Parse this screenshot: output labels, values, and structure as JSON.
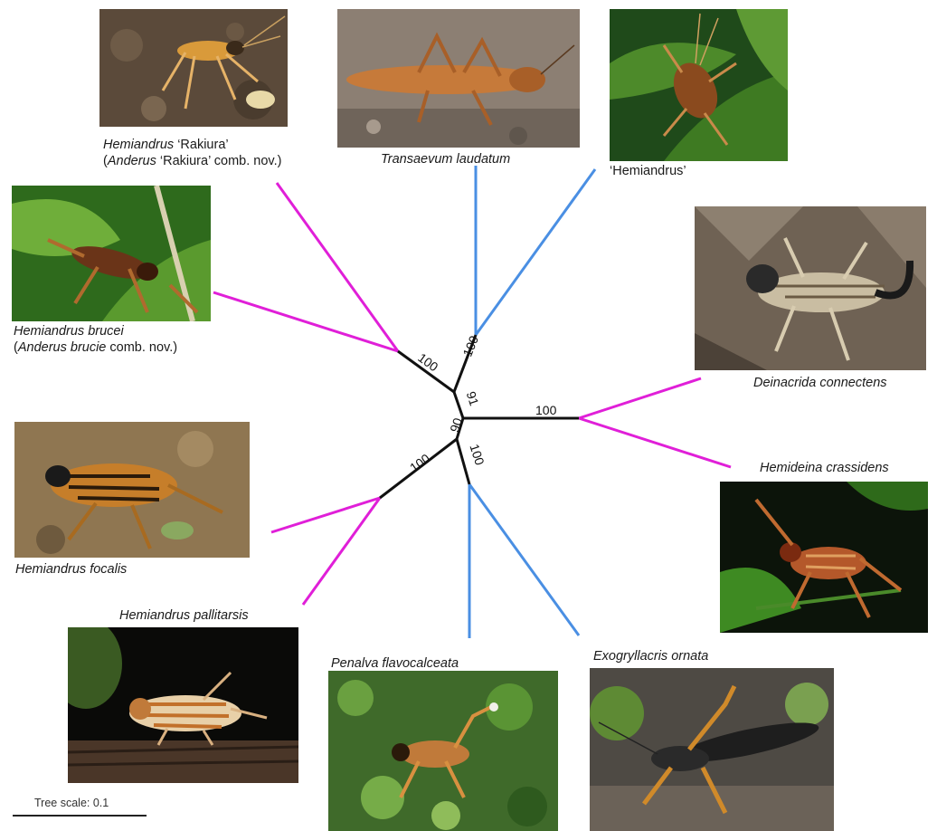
{
  "colors": {
    "magenta": "#e01fd8",
    "blue": "#4a8fe3",
    "black": "#111111"
  },
  "taxa": {
    "rakiura": {
      "name_italic": "Hemiandrus",
      "name_rest": " ‘Rakiura’",
      "line2_open": "(",
      "line2_italic": "Anderus",
      "line2_rest": " ‘Rakiura’ comb. nov.)",
      "photo_name": "hemiandrus-rakiura-photo"
    },
    "transaevum": {
      "name_italic": "Transaevum laudatum",
      "photo_name": "transaevum-laudatum-photo"
    },
    "hemiandrus_quoted": {
      "name": "‘Hemiandrus’",
      "photo_name": "hemiandrus-quoted-photo"
    },
    "brucei": {
      "name_italic": "Hemiandrus brucei",
      "line2_open": "(",
      "line2_italic": "Anderus brucie",
      "line2_rest": " comb. nov.)",
      "photo_name": "hemiandrus-brucei-photo"
    },
    "deinacrida": {
      "name_italic": "Deinacrida connectens",
      "photo_name": "deinacrida-connectens-photo"
    },
    "focalis": {
      "name_italic": "Hemiandrus focalis",
      "photo_name": "hemiandrus-focalis-photo"
    },
    "hemideina": {
      "name_italic": "Hemideina crassidens",
      "photo_name": "hemideina-crassidens-photo"
    },
    "pallitarsis": {
      "name_italic": "Hemiandrus pallitarsis",
      "photo_name": "hemiandrus-pallitarsis-photo"
    },
    "penalva": {
      "name_italic": "Penalva flavocalceata",
      "photo_name": "penalva-flavocalceata-photo"
    },
    "exogryllacris": {
      "name_italic": "Exogryllacris ornata",
      "photo_name": "exogryllacris-ornata-photo"
    }
  },
  "bootstrap": {
    "upper_left": "100",
    "upper_right": "100",
    "center_upper": "91",
    "right": "100",
    "center_lower": "90",
    "lower_left": "100",
    "lower_right": "100"
  },
  "scale": {
    "label": "Tree scale: 0.1"
  }
}
